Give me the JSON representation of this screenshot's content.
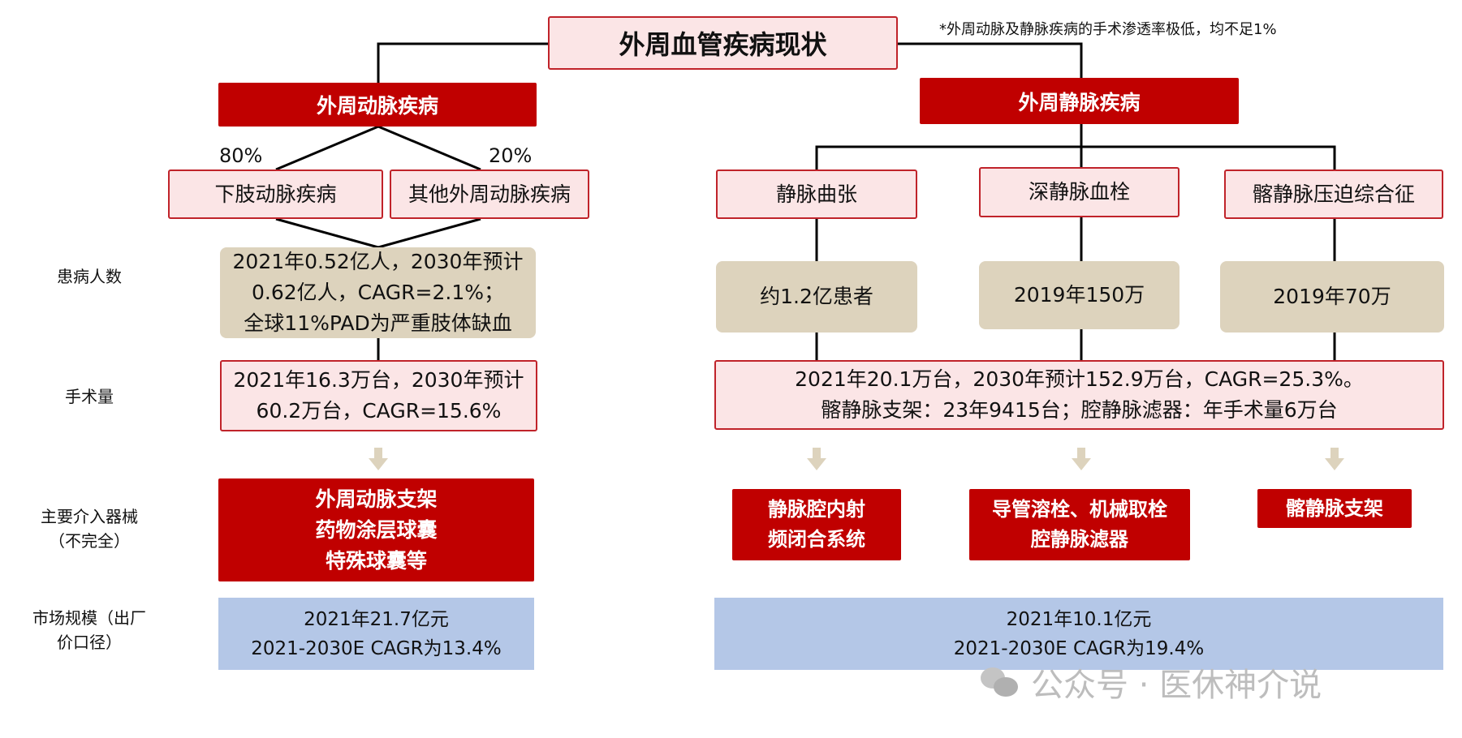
{
  "title": "外周血管疾病现状",
  "note": "*外周动脉及静脉疾病的手术渗透率极低，均不足1%",
  "row_labels": {
    "patients": "患病人数",
    "surgeries": "手术量",
    "devices_line1": "主要介入器械",
    "devices_line2": "（不完全）",
    "market_line1": "市场规模（出厂",
    "market_line2": "价口径）"
  },
  "artery": {
    "header": "外周动脉疾病",
    "pct_left": "80%",
    "pct_right": "20%",
    "sub_left": "下肢动脉疾病",
    "sub_right": "其他外周动脉疾病",
    "patients": [
      "2021年0.52亿人，2030年预计",
      "0.62亿人，CAGR=2.1%；",
      "全球11%PAD为严重肢体缺血"
    ],
    "surgeries": [
      "2021年16.3万台，2030年预计",
      "60.2万台，CAGR=15.6%"
    ],
    "devices": [
      "外周动脉支架",
      "药物涂层球囊",
      "特殊球囊等"
    ],
    "market": [
      "2021年21.7亿元",
      "2021-2030E CAGR为13.4%"
    ]
  },
  "vein": {
    "header": "外周静脉疾病",
    "subs": [
      "静脉曲张",
      "深静脉血栓",
      "髂静脉压迫综合征"
    ],
    "patients": [
      "约1.2亿患者",
      "2019年150万",
      "2019年70万"
    ],
    "surgeries": [
      "2021年20.1万台，2030年预计152.9万台，CAGR=25.3%。",
      "髂静脉支架：23年9415台；腔静脉滤器：年手术量6万台"
    ],
    "devices": [
      [
        "静脉腔内射",
        "频闭合系统"
      ],
      [
        "导管溶栓、机械取栓",
        "腔静脉滤器"
      ],
      [
        "髂静脉支架"
      ]
    ],
    "market": [
      "2021年10.1亿元",
      "2021-2030E CAGR为19.4%"
    ]
  },
  "watermark": "公众号 · 医休神介说",
  "colors": {
    "red": "#c00000",
    "pink_fill": "#fbe5e6",
    "pink_border": "#c0232a",
    "beige": "#ddd3bd",
    "blue": "#b4c7e7"
  }
}
